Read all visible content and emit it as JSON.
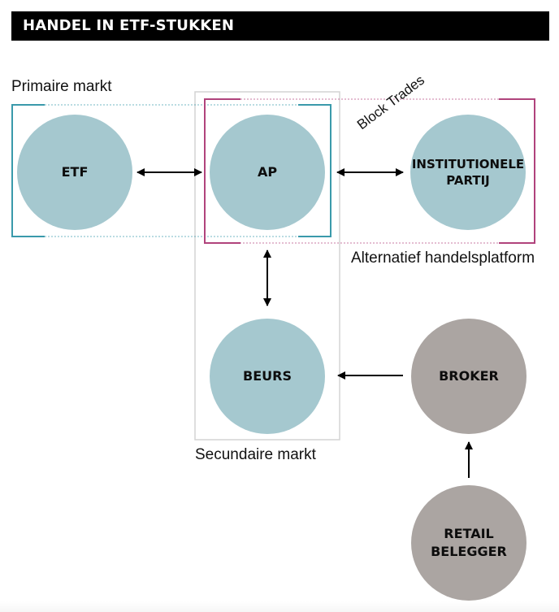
{
  "title": "HANDEL IN ETF-STUKKEN",
  "regions": {
    "primary": "Primaire markt",
    "secondary": "Secundaire markt",
    "alternative": "Alternatief handelsplatform"
  },
  "edge_labels": {
    "block_trades": "Block Trades"
  },
  "nodes": {
    "etf": "ETF",
    "ap": "AP",
    "institutional": "INSTITUTIONELE\nPARTIJ",
    "exchange": "BEURS",
    "broker": "BROKER",
    "retail": "RETAIL\nBELEGGER"
  },
  "colors": {
    "node_blue": "#a5c8cf",
    "node_gray": "#aba5a2",
    "primary_border": "#3a9aab",
    "alternative_border": "#b0437c",
    "secondary_border": "#c9c9c9",
    "arrow": "#000000"
  }
}
